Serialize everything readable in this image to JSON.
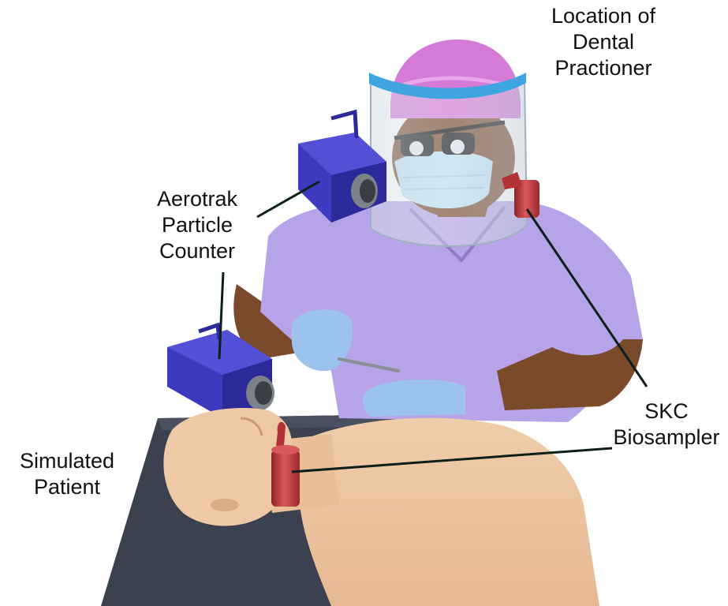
{
  "labels": {
    "practitioner": [
      "Location of",
      "Dental",
      "Practioner"
    ],
    "particle_counter": [
      "Aerotrak",
      "Particle",
      "Counter"
    ],
    "biosampler": [
      "SKC",
      "Biosampler"
    ],
    "patient": [
      "Simulated",
      "Patient"
    ]
  },
  "colors": {
    "table": "#3c4150",
    "skin_mannequin": "#efc9a6",
    "scrubs": "#b7a3e8",
    "cap": "#d67ad7",
    "face_shield_band": "#3fa5e0",
    "glove": "#9cc3ee",
    "counter_box": "#3c3bbf",
    "biosampler_tube": "#c0393c",
    "practitioner_skin": "#7a4a2b",
    "leader_line": "#0d1f1a"
  }
}
